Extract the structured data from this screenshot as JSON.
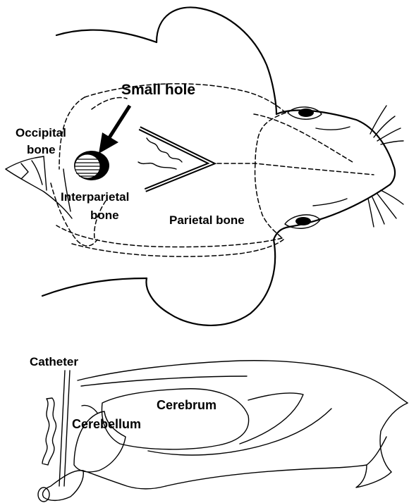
{
  "top_view": {
    "labels": {
      "small_hole": "Small hole",
      "occipital_line1": "Occipital",
      "occipital_line2": "bone",
      "interparietal_line1": "Interparietal",
      "interparietal_line2": "bone",
      "parietal": "Parietal bone"
    }
  },
  "side_view": {
    "labels": {
      "catheter": "Catheter",
      "cerebrum": "Cerebrum",
      "cerebellum": "Cerebellum"
    }
  }
}
